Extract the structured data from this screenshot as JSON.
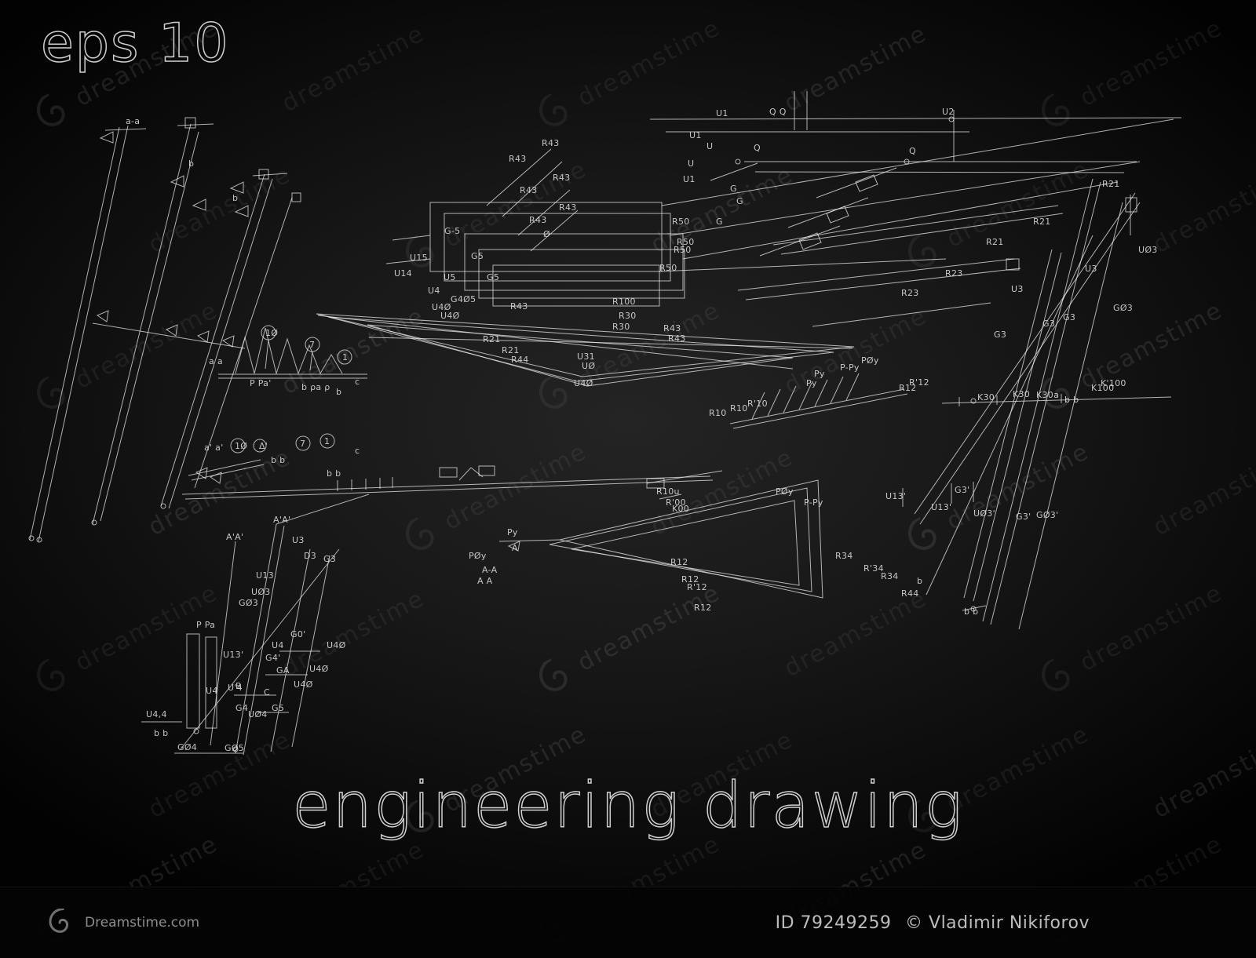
{
  "meta": {
    "eps_label": "eps 10",
    "title": "engineering drawing"
  },
  "watermark": {
    "brand": "dreamstime",
    "site": "Dreamstime.com",
    "id_label": "ID 79249259",
    "author": "© Vladimir Nikiforov"
  },
  "colors": {
    "stroke": "#f0f0f0",
    "background": "#0c0c0c",
    "watermark": "#ffffff",
    "bar_text": "#bdbdbd"
  },
  "drawing": {
    "labels": [
      [
        "a-a",
        160,
        158
      ],
      [
        "b",
        240,
        212
      ],
      [
        "b",
        296,
        256
      ],
      [
        "a a",
        266,
        464
      ],
      [
        "P Pa'",
        318,
        492
      ],
      [
        "b ρa ρ",
        384,
        497
      ],
      [
        "b",
        428,
        503
      ],
      [
        "c",
        452,
        490
      ],
      [
        "1Ø",
        338,
        428
      ],
      [
        "7",
        394,
        443
      ],
      [
        "1",
        436,
        459
      ],
      [
        "a' a'",
        260,
        574
      ],
      [
        "1Ø",
        299,
        572
      ],
      [
        "Δ'",
        330,
        572
      ],
      [
        "7",
        382,
        569
      ],
      [
        "1",
        413,
        566
      ],
      [
        "c",
        452,
        578
      ],
      [
        "b b",
        345,
        590
      ],
      [
        "b b",
        416,
        607
      ],
      [
        "R43",
        690,
        186
      ],
      [
        "R43",
        648,
        206
      ],
      [
        "R43",
        704,
        230
      ],
      [
        "R43",
        662,
        246
      ],
      [
        "R43",
        712,
        268
      ],
      [
        "R43",
        674,
        284
      ],
      [
        "Ø",
        692,
        302
      ],
      [
        "G-5",
        566,
        298
      ],
      [
        "G5",
        600,
        330
      ],
      [
        "G5",
        620,
        357
      ],
      [
        "U15",
        522,
        332
      ],
      [
        "U14",
        502,
        352
      ],
      [
        "U5",
        565,
        357
      ],
      [
        "U4",
        545,
        374
      ],
      [
        "G4Ø5",
        574,
        385
      ],
      [
        "U4Ø",
        550,
        395
      ],
      [
        "U4Ø",
        561,
        406
      ],
      [
        "R43",
        650,
        394
      ],
      [
        "R50",
        856,
        286
      ],
      [
        "R50",
        862,
        312
      ],
      [
        "R50",
        858,
        322
      ],
      [
        "R50",
        840,
        345
      ],
      [
        "U1",
        912,
        148
      ],
      [
        "Q Q",
        980,
        146
      ],
      [
        "U1",
        878,
        176
      ],
      [
        "U",
        900,
        190
      ],
      [
        "U",
        876,
        212
      ],
      [
        "Q",
        960,
        192
      ],
      [
        "U1",
        870,
        232
      ],
      [
        "U2",
        1200,
        146
      ],
      [
        "Q",
        1158,
        196
      ],
      [
        "G",
        930,
        244
      ],
      [
        "G",
        938,
        260
      ],
      [
        "G",
        912,
        286
      ],
      [
        "R21",
        1404,
        238
      ],
      [
        "R21",
        1316,
        286
      ],
      [
        "R21",
        1256,
        312
      ],
      [
        "R23",
        1204,
        352
      ],
      [
        "R23",
        1148,
        377
      ],
      [
        "UØ3",
        1450,
        322
      ],
      [
        "U3",
        1382,
        346
      ],
      [
        "U3",
        1288,
        372
      ],
      [
        "GØ3",
        1418,
        396
      ],
      [
        "G3",
        1354,
        408
      ],
      [
        "G3",
        1328,
        416
      ],
      [
        "G3",
        1266,
        430
      ],
      [
        "R100",
        780,
        388
      ],
      [
        "R30",
        788,
        406
      ],
      [
        "R30",
        780,
        420
      ],
      [
        "R43",
        845,
        422
      ],
      [
        "R43",
        851,
        435
      ],
      [
        "R21",
        615,
        436
      ],
      [
        "R21",
        639,
        450
      ],
      [
        "R44",
        651,
        462
      ],
      [
        "U31",
        735,
        458
      ],
      [
        "UØ",
        741,
        470
      ],
      [
        "U4Ø",
        731,
        492
      ],
      [
        "Py",
        1037,
        480
      ],
      [
        "P-Py",
        1070,
        472
      ],
      [
        "PØy",
        1097,
        463
      ],
      [
        "Py",
        1027,
        492
      ],
      [
        "R12",
        1145,
        498
      ],
      [
        "R'12",
        1158,
        491
      ],
      [
        "R10",
        903,
        530
      ],
      [
        "R10",
        930,
        524
      ],
      [
        "R'10",
        952,
        518
      ],
      [
        "K30",
        1245,
        510
      ],
      [
        "K30",
        1290,
        506
      ],
      [
        "K30a",
        1320,
        507
      ],
      [
        "b b",
        1356,
        513
      ],
      [
        "K100",
        1390,
        498
      ],
      [
        "K'100",
        1402,
        492
      ],
      [
        "U13'",
        1128,
        636
      ],
      [
        "G3'",
        1216,
        628
      ],
      [
        "U13'",
        1186,
        650
      ],
      [
        "UØ3'",
        1240,
        658
      ],
      [
        "G3'",
        1294,
        662
      ],
      [
        "GØ3'",
        1320,
        660
      ],
      [
        "R34",
        1064,
        712
      ],
      [
        "R'34",
        1100,
        728
      ],
      [
        "R34",
        1122,
        738
      ],
      [
        "R44",
        1148,
        760
      ],
      [
        "b",
        1168,
        744
      ],
      [
        "b b",
        1228,
        783
      ],
      [
        "Py",
        646,
        682
      ],
      [
        "A",
        652,
        702
      ],
      [
        "PØy",
        597,
        712
      ],
      [
        "A-A",
        614,
        730
      ],
      [
        "A A",
        608,
        744
      ],
      [
        "PØy",
        988,
        630
      ],
      [
        "P-Py",
        1024,
        644
      ],
      [
        "R12",
        854,
        720
      ],
      [
        "R12",
        868,
        742
      ],
      [
        "R'12",
        875,
        752
      ],
      [
        "R12",
        884,
        778
      ],
      [
        "R10u",
        836,
        630
      ],
      [
        "R'00",
        848,
        644
      ],
      [
        "K00",
        856,
        652
      ],
      [
        "A'A'",
        348,
        666
      ],
      [
        "A'A'",
        288,
        688
      ],
      [
        "U3",
        372,
        692
      ],
      [
        "D3",
        387,
        712
      ],
      [
        "G3",
        412,
        716
      ],
      [
        "U13",
        326,
        737
      ],
      [
        "UØ3",
        320,
        758
      ],
      [
        "GØ3",
        304,
        772
      ],
      [
        "P Pa",
        250,
        800
      ],
      [
        "G0'",
        370,
        812
      ],
      [
        "U4",
        346,
        826
      ],
      [
        "U13'",
        284,
        838
      ],
      [
        "G4'",
        338,
        842
      ],
      [
        "GA",
        352,
        858
      ],
      [
        "B",
        300,
        878
      ],
      [
        "U'4",
        290,
        880
      ],
      [
        "U4",
        262,
        884
      ],
      [
        "C",
        336,
        886
      ],
      [
        "U4Ø",
        416,
        826
      ],
      [
        "U4Ø",
        394,
        856
      ],
      [
        "U4Ø",
        374,
        876
      ],
      [
        "G4",
        300,
        906
      ],
      [
        "G5",
        346,
        906
      ],
      [
        "U4,4",
        186,
        914
      ],
      [
        "UØ4",
        316,
        914
      ],
      [
        "b b",
        196,
        938
      ],
      [
        "GØ4",
        226,
        956
      ],
      [
        "GØ5",
        286,
        957
      ]
    ]
  }
}
